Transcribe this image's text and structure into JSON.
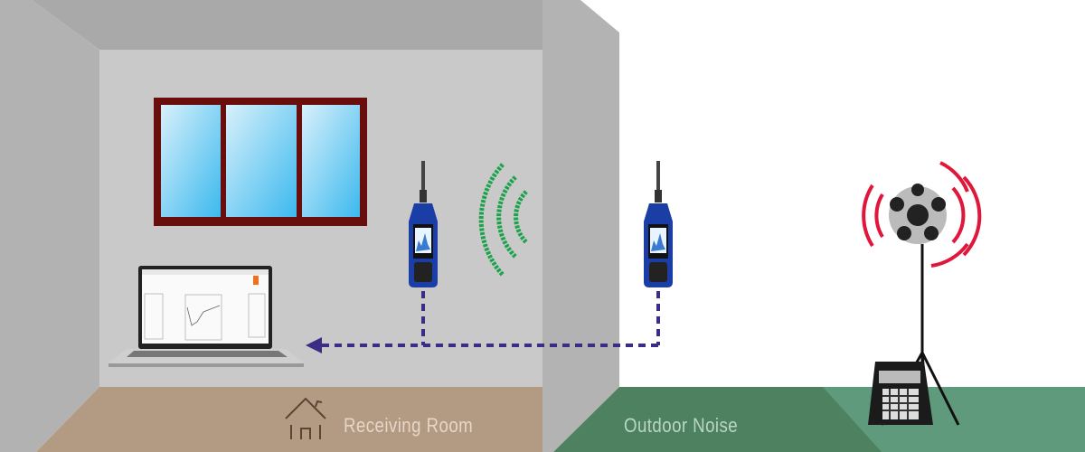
{
  "labels": {
    "receiving_room": "Receiving Room",
    "outdoor_noise": "Outdoor Noise"
  },
  "icons": [
    "house-icon",
    "sound-level-meter",
    "laptop",
    "dodecahedron-speaker",
    "amplifier",
    "sound-wave"
  ],
  "colors": {
    "back_wall": "#c9c9c9",
    "ceiling": "#a9a9a9",
    "side_wall": "#b3b3b3",
    "floor_room": "#b39a82",
    "ground_outdoor": "#4e8160",
    "ground_outdoor_light": "#5e9a7b",
    "window_frame": "#6a0d0d",
    "signal_line": "#3a2d86",
    "wave_green": "#1aa34a",
    "wave_red": "#e0163b"
  }
}
